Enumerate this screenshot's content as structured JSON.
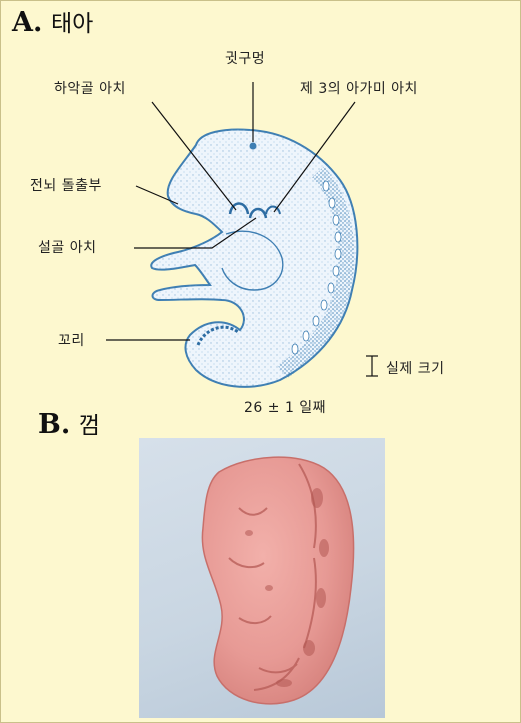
{
  "panel_a": {
    "letter": "A.",
    "title": "태아",
    "labels": {
      "ear_pit": "귓구멍",
      "mandibular_arch": "하악골 아치",
      "third_gill_arch": "제 3의 아가미 아치",
      "forebrain": "전뇌 돌출부",
      "hyoid_arch": "설골 아치",
      "tail": "꼬리",
      "actual_size": "실제 크기",
      "age": "26 ± 1 일째"
    }
  },
  "panel_b": {
    "letter": "B.",
    "title": "껌"
  },
  "colors": {
    "background": "#fdf8cf",
    "embryo_outline": "#3f7fb3",
    "embryo_fill": "#eaf3fb",
    "gum": "#e79a95"
  }
}
